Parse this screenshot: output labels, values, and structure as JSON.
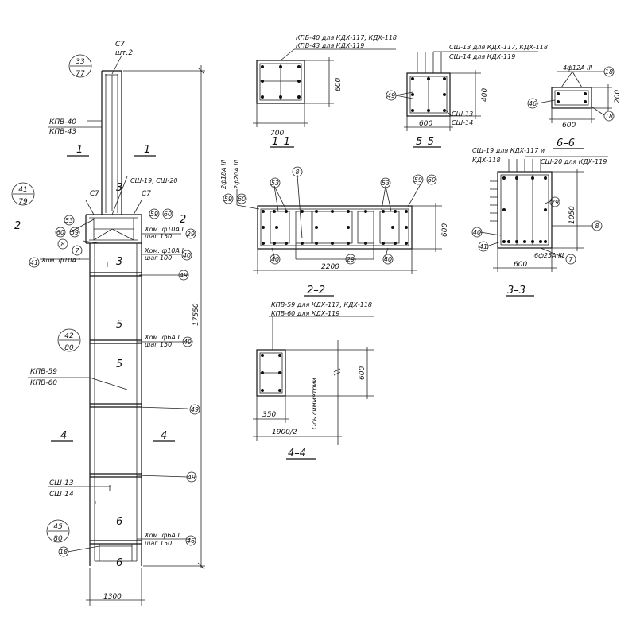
{
  "column": {
    "top_label": "С7",
    "top_count": "шт.2",
    "circle_top": [
      "33",
      "77"
    ],
    "kpv_top": [
      "КПВ-40",
      "КПВ-43"
    ],
    "section_1": "1",
    "circle_left": [
      "41",
      "79"
    ],
    "label_2_left": "2",
    "label_2_right": "2",
    "c7_left": "С7",
    "c7_right": "С7",
    "sh_19_20": "СШ-19, СШ-20",
    "three_a": "3",
    "three_b": "3",
    "m53": "53",
    "m60": "60",
    "m59": "59",
    "m8": "8",
    "m7": "7",
    "m41": "41",
    "clamp_41": "Хом. ф10А I",
    "clamp_29": [
      "Хом. ф10А I",
      "шаг 150"
    ],
    "clamp_40": [
      "Хом. ф10А I",
      "шаг 100"
    ],
    "m49": "49",
    "m40": "40",
    "m29": "29",
    "five": "5",
    "circle_mid": [
      "42",
      "80"
    ],
    "clamp_mid": [
      "Хом. ф6А I",
      "шаг 150"
    ],
    "kpv_mid": [
      "КПВ-59",
      "КПВ-60"
    ],
    "section_4": "4",
    "sh_13_14": [
      "СШ-13",
      "СШ-14"
    ],
    "six": "6",
    "circle_low": [
      "45",
      "80"
    ],
    "m18": "18",
    "clamp_low": [
      "Хом. ф6А I",
      "шаг 150"
    ],
    "m46": "46",
    "height": "17550",
    "width_bottom": "1300"
  },
  "sec11": {
    "title": "1–1",
    "label": [
      "КПБ-40 для КДХ-117, КДХ-118",
      "КПВ-43 для КДХ-119"
    ],
    "dim_w": "700",
    "dim_h": "600"
  },
  "sec55": {
    "title": "5–5",
    "label": [
      "СШ-13 для КДХ-117, КДХ-118",
      "СШ-14 для КДХ-119"
    ],
    "label_low": [
      "СШ-13",
      "СШ-14"
    ],
    "m49": "49",
    "dim_w": "600",
    "dim_h": "400"
  },
  "sec66": {
    "title": "6–6",
    "label": "4ф12А III",
    "m18_top": "18",
    "m46": "46",
    "m18": "18",
    "dim_w": "600",
    "dim_h": "200"
  },
  "sec22": {
    "title": "2–2",
    "rebar_a": "2ф18А III",
    "rebar_b": "2ф20А III",
    "m59": "59",
    "m60": "60",
    "m53a": "53",
    "m8": "8",
    "m53b": "53",
    "m59r": "59",
    "m60r": "60",
    "m40a": "40",
    "m29": "29",
    "m40b": "40",
    "dim_w": "2200",
    "dim_h": "600"
  },
  "sec33": {
    "title": "3–3",
    "label": [
      "СШ-19 для КДХ-117 и",
      "КДХ-118",
      "СШ-20 для КДХ-119"
    ],
    "m29": "29",
    "m40": "40",
    "m41": "41",
    "m8": "8",
    "m7": "7",
    "rebar": "6ф25А III",
    "dim_w": "600",
    "dim_h": "1050"
  },
  "sec44": {
    "title": "4–4",
    "label": [
      "КПВ-59 для КДХ-117, КДХ-118",
      "КПВ-60 для КДХ-119"
    ],
    "axis": "Ось симметрии",
    "dim_a": "350",
    "dim_w": "1900/2",
    "dim_h": "600"
  }
}
